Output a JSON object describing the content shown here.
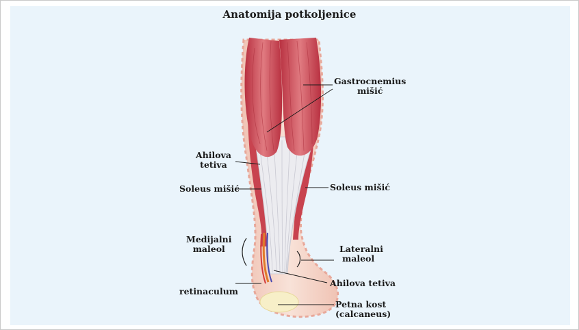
{
  "title": "Anatomija potkoljenice",
  "labels": {
    "gastrocnemius_line1": "Gastrocnemius",
    "gastrocnemius_line2": "mišić",
    "ahilova_left_line1": "Ahilova",
    "ahilova_left_line2": "tetiva",
    "soleus_left": "Soleus mišić",
    "soleus_right": "Soleus mišić",
    "medijalni_line1": "Medijalni",
    "medijalni_line2": "maleol",
    "lateralni_line1": "Lateralni",
    "lateralni_line2": "maleol",
    "ahilova_right": "Ahilova tetiva",
    "retinaculum": "retinaculum",
    "petna_line1": "Petna kost",
    "petna_line2": "(calcaneus)"
  },
  "colors": {
    "background": "#eaf4fb",
    "muscle": "#c8434f",
    "tendon": "#e9e9ec",
    "skin": "#f3cfc2"
  }
}
